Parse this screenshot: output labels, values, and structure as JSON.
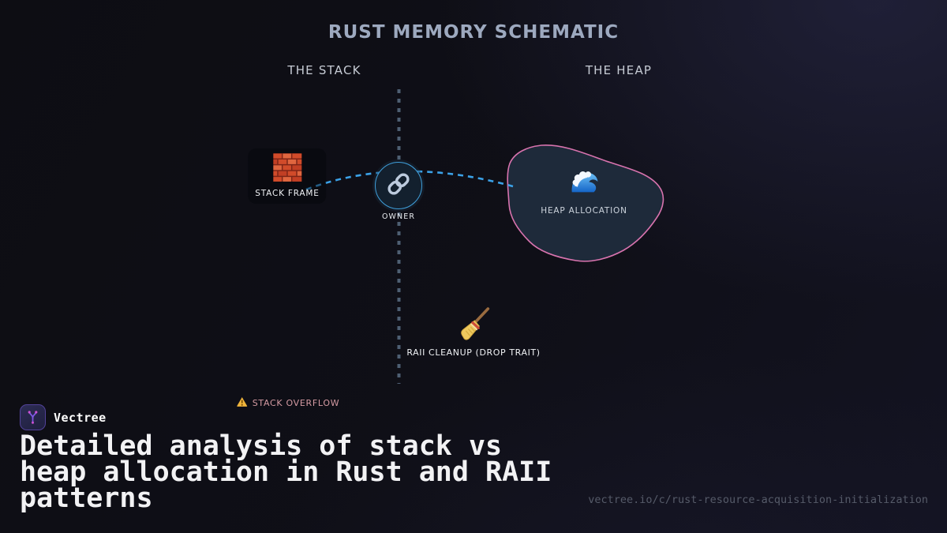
{
  "page": {
    "title": "RUST MEMORY SCHEMATIC",
    "left_column": "THE STACK",
    "right_column": "THE HEAP"
  },
  "nodes": {
    "stack_frame": {
      "icon": "brick-icon",
      "label": "STACK FRAME"
    },
    "owner": {
      "icon": "link-icon",
      "label": "OWNER"
    },
    "heap_allocation": {
      "icon": "wave-icon",
      "label": "HEAP ALLOCATION"
    },
    "raii_cleanup": {
      "icon": "broom-icon",
      "label": "RAII CLEANUP (DROP TRAIT)"
    },
    "warning": {
      "icon": "warning-icon",
      "label": "STACK OVERFLOW"
    }
  },
  "colors": {
    "connector_cyan": "#3ba2e8",
    "heap_outline_pink": "#d873ae",
    "divider_gray": "#4e5f73",
    "warning_text": "#d49aa2",
    "title_text": "#9da9bf",
    "owner_circle_border": "#3f9fdb"
  },
  "footer": {
    "brand": "Vectree",
    "headline": "Detailed analysis of stack vs heap allocation in Rust and RAII patterns",
    "url": "vectree.io/c/rust-resource-acquisition-initialization"
  }
}
